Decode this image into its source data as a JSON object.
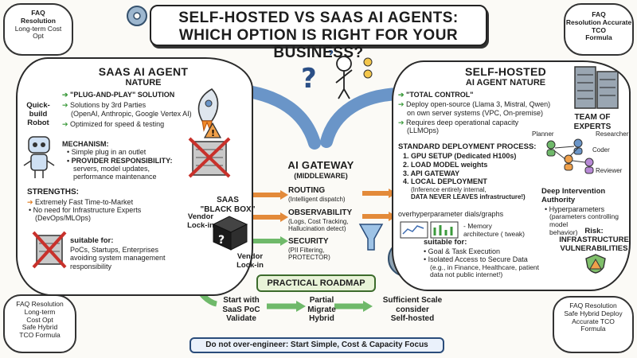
{
  "title": {
    "line1": "SELF-HOSTED VS SAAS AI AGENTS:",
    "line2": "WHICH OPTION IS RIGHT FOR YOUR BUSINESS?"
  },
  "corner_notes": {
    "top_left": [
      "FAQ",
      "Resolution",
      "Long-term Cost",
      "Opt"
    ],
    "top_right": [
      "FAQ",
      "Resolution Accurate TCO",
      "Formula"
    ],
    "bottom_left": [
      "FAQ Resolution",
      "Long-term",
      "Cost Opt",
      "Safe Hybrid",
      "TCO Formula"
    ],
    "bottom_right": [
      "FAQ Resolution",
      "Safe Hybrid Deploy",
      "Accurate TCO",
      "Formula"
    ]
  },
  "saas": {
    "heading": "SAAS AI AGENT",
    "subheading": "NATURE",
    "robot_label": [
      "Quick-",
      "build",
      "Robot"
    ],
    "points": [
      "\"PLUG-AND-PLAY\" SOLUTION",
      "Solutions by 3rd Parties",
      "(OpenAI, Anthropic, Google Vertex AI)",
      "Optimized for speed & testing"
    ],
    "mechanism_title": "MECHANISM:",
    "mechanism_items": [
      "Simple plug in an outlet"
    ],
    "provider_title": "PROVIDER RESPONSIBILITY:",
    "provider_detail": [
      "servers, model updates,",
      "performance maintenance"
    ],
    "strengths_title": "STRENGTHS:",
    "strengths": [
      "Extremely Fast Time-to-Market",
      "No need for Infrastructure Experts",
      "(DevOps/MLOps)"
    ],
    "suitable_title": "suitable for:",
    "suitable": [
      "PoCs, Startups, Enterprises",
      "avoiding system management",
      "responsibility"
    ]
  },
  "center": {
    "black_box_title": [
      "SAAS",
      "\"BLACK BOX\""
    ],
    "vendor_lockin_left": [
      "Vendor",
      "Lock-in"
    ],
    "vendor_lockin_right": [
      "Vendor",
      "Lock-in"
    ],
    "gateway_title": "AI GATEWAY",
    "gateway_sub": "(MIDDLEWARE)",
    "routing_title": "ROUTING",
    "routing_detail": "(Intelligent dispatch)",
    "observability_title": "OBSERVABILITY",
    "observability_detail": [
      "(Logs, Cost Tracking,",
      "Hallucination detect)"
    ],
    "security_title": "SECURITY",
    "security_detail": [
      "(PII Filtering,",
      "PROTECTOR)"
    ]
  },
  "selfhosted": {
    "heading": "SELF-HOSTED",
    "subheading": "AI AGENT NATURE",
    "points": [
      "\"TOTAL CONTROL\"",
      "Deploy open-source (Llama 3, Mistral, Qwen)",
      "on own server systems (VPC, On-premise)",
      "Requires deep operational capacity",
      "(LLMOps)"
    ],
    "process_title": "STANDARD DEPLOYMENT PROCESS:",
    "process": [
      "1. GPU SETUP (Dedicated H100s)",
      "2. LOAD MODEL weights",
      "3. API GATEWAY",
      "4. LOCAL DEPLOYMENT"
    ],
    "process_note": [
      "(Inference entirely internal,",
      "DATA NEVER LEAVES infrastructure!)"
    ],
    "dials_title": "overhyperparameter dials/graphs",
    "dials_note": [
      "- Memory",
      "architecture ( tweak)"
    ],
    "team_title": [
      "TEAM OF",
      "EXPERTS"
    ],
    "team_roles": [
      "Planner",
      "Researcher",
      "Coder",
      "Reviewer"
    ],
    "authority_title": "Deep Intervention Authority",
    "authority_items": [
      "Hyperparameters",
      "(parameters controlling model",
      "behavior)"
    ],
    "risk_title": [
      "Risk:",
      "INFRASTRUCTURE",
      "VULNERABILITIES"
    ],
    "suitable_title": "suitable for:",
    "suitable": [
      "Goal & Task Execution",
      "Isolated Access to Secure Data",
      "(e.g., in Finance, Healthcare, patient",
      "data not public internet!)"
    ]
  },
  "roadmap": {
    "title": "PRACTICAL ROADMAP",
    "steps": [
      [
        "Start with",
        "SaaS PoC",
        "Validate"
      ],
      [
        "Partial",
        "Migrate",
        "Hybrid"
      ],
      [
        "Sufficient Scale",
        "consider",
        "Self-hosted"
      ]
    ]
  },
  "footer": "Do not over-engineer: Start Simple, Cost & Capacity Focus",
  "colors": {
    "accent_green": "#3c9a3c",
    "accent_orange": "#e07a1f",
    "accent_blue": "#4a78b5",
    "warning_red": "#c8312b"
  }
}
